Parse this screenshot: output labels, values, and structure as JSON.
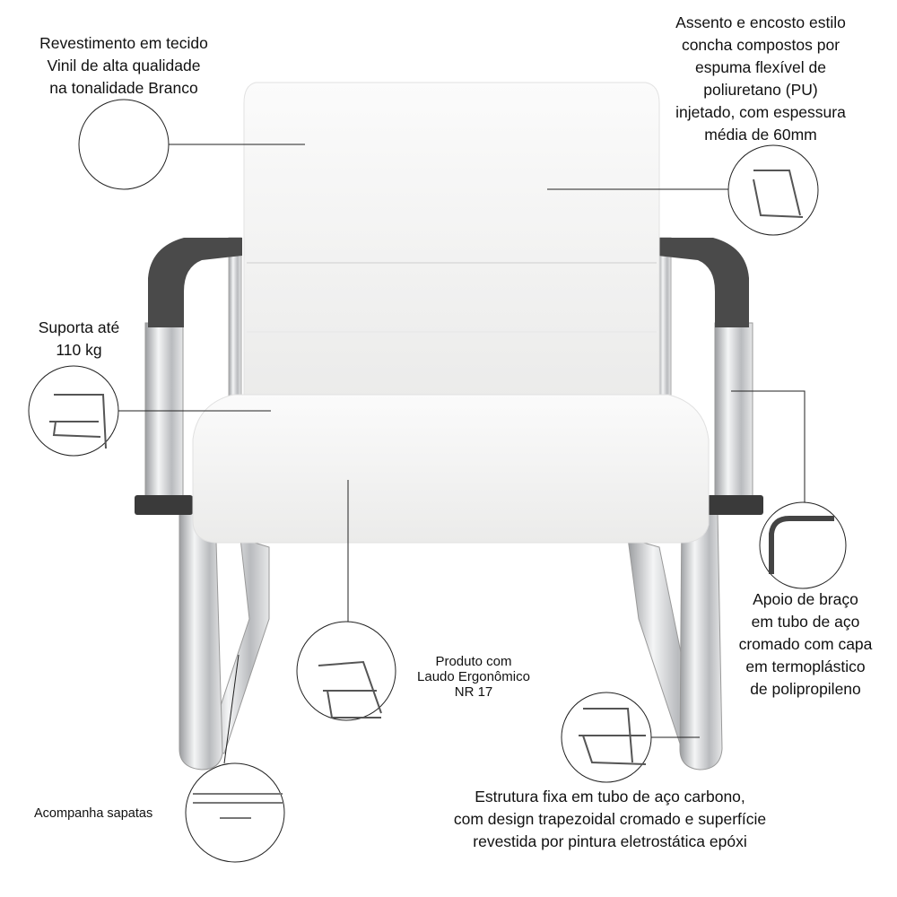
{
  "annotations": {
    "fabric": {
      "lines": [
        "Revestimento em tecido",
        "Vinil de alta qualidade",
        "na tonalidade Branco"
      ]
    },
    "foam": {
      "lines": [
        "Assento e encosto estilo",
        "concha compostos por",
        "espuma flexível de",
        "poliuretano (PU)",
        "injetado, com espessura",
        "média de 60mm"
      ]
    },
    "capacity": {
      "lines": [
        "Suporta até",
        "110 kg"
      ]
    },
    "armrest": {
      "lines": [
        "Apoio de braço",
        "em tubo de aço",
        "cromado com capa",
        "em termoplástico",
        "de polipropileno"
      ]
    },
    "ergonomic": {
      "lines": [
        "Produto com",
        "Laudo Ergonômico",
        "NR 17"
      ]
    },
    "structure": {
      "lines": [
        "Estrutura fixa em tubo de aço carbono,",
        "com design trapezoidal cromado e superfície",
        "revestida por pintura eletrostática epóxi"
      ]
    },
    "feet": {
      "lines": [
        "Acompanha sapatas"
      ]
    }
  },
  "colors": {
    "upholstery": "#f4f4f3",
    "armrest_cap": "#4a4a4a",
    "chrome": "#c9cbcd"
  }
}
